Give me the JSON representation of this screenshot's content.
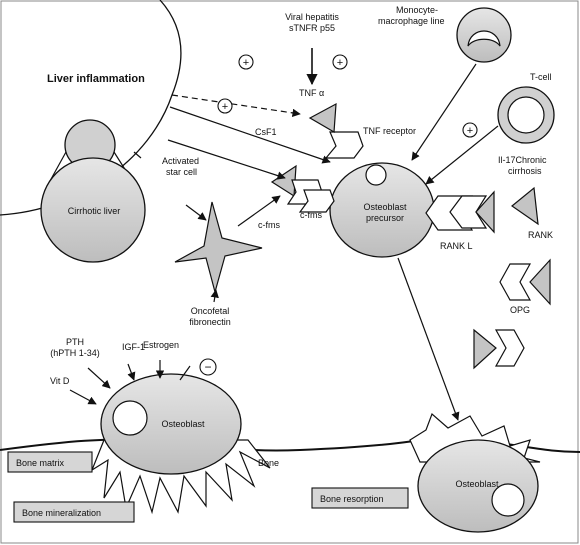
{
  "labels": {
    "liver_inflammation": "Liver inflammation",
    "cirrhotic_liver": "Cirrhotic liver",
    "viral_l1": "Viral hepatitis",
    "viral_l2": "sTNFR p55",
    "monocyte_l1": "Monocyte-",
    "monocyte_l2": "macrophage line",
    "tnf_alpha": "TNF α",
    "csf1": "CsF1",
    "tnf_receptor": "TNF receptor",
    "t_cell": "T-cell",
    "il17_l1": "Il-17Chronic",
    "il17_l2": "cirrhosis",
    "activated_l1": "Activated",
    "activated_l2": "star cell",
    "cfms_1": "c-fms",
    "cfms_2": "c-fms",
    "osteo_prec_l1": "Osteoblast",
    "osteo_prec_l2": "precursor",
    "rank_l": "RANK L",
    "rank": "RANK",
    "opg": "OPG",
    "oncofetal_l1": "Oncofetal",
    "oncofetal_l2": "fibronectin",
    "pth_l1": "PTH",
    "pth_l2": "(hPTH 1-34)",
    "igf1": "IGF-1",
    "estrogen": "Estrogen",
    "vit_d": "Vit D",
    "osteoblast": "Osteoblast",
    "osteoblast_right": "Osteoblast",
    "bone": "Bone",
    "bone_matrix": "Bone matrix",
    "bone_mineralization": "Bone mineralization",
    "bone_resorption": "Bone resorption"
  },
  "symbols": {
    "plus": "+",
    "minus": "−"
  },
  "colors": {
    "cell_fill": "#d4d4d4",
    "shape_fill": "#c8c8c8",
    "box_fill": "#d6d6d6",
    "stroke": "#111111"
  }
}
